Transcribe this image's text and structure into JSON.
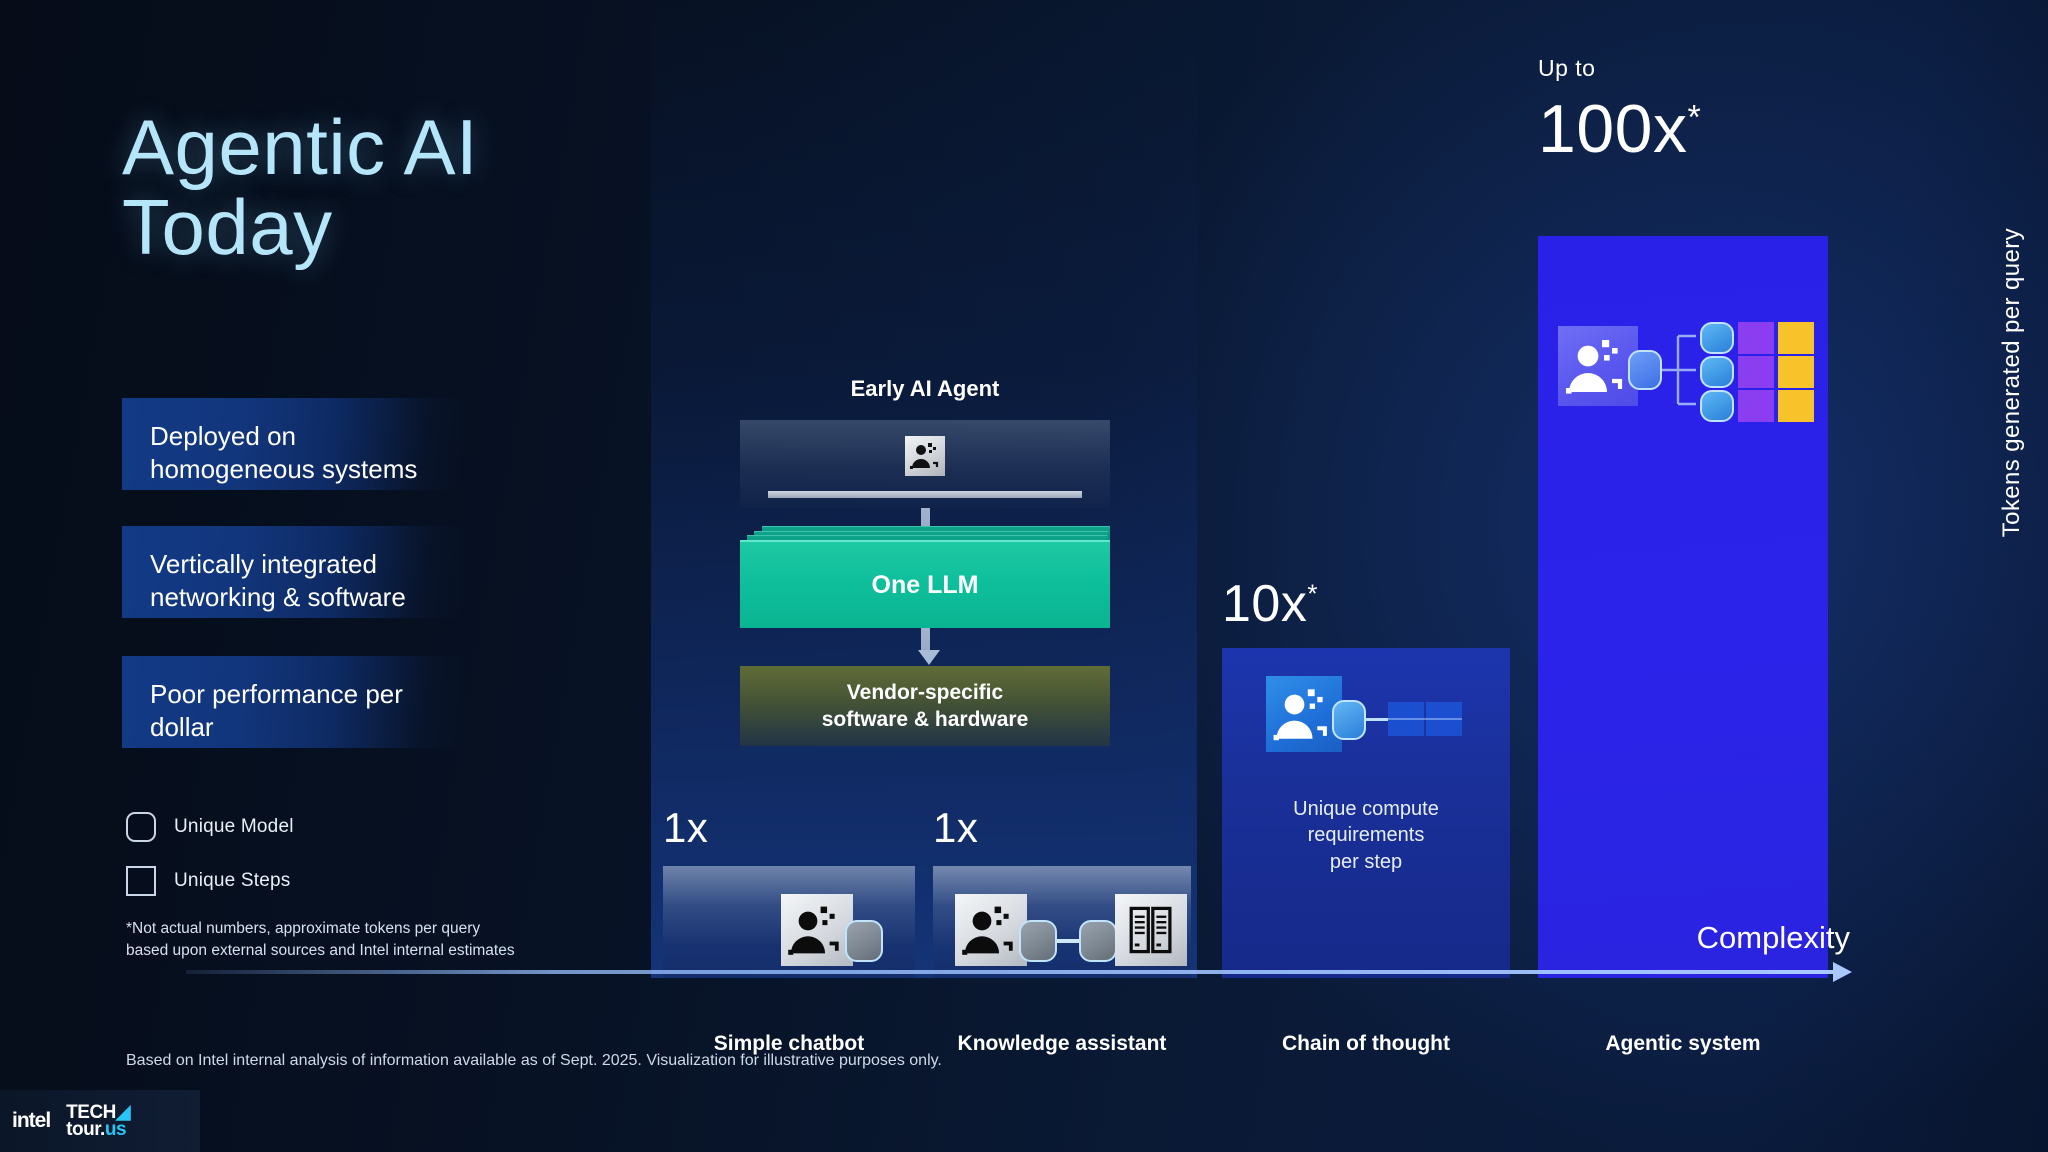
{
  "title": "Agentic AI\nToday",
  "bullets": [
    {
      "text": "Deployed on homogeneous systems"
    },
    {
      "text": "Vertically integrated networking & software"
    },
    {
      "text": "Poor performance per dollar"
    }
  ],
  "legend": {
    "items": [
      {
        "label": "Unique Model",
        "shape": "rounded-square-outline"
      },
      {
        "label": "Unique Steps",
        "shape": "square-outline"
      }
    ]
  },
  "footnote": "*Not actual numbers, approximate tokens per query\nbased upon external sources and Intel internal estimates",
  "diagram": {
    "agent_label": "Early AI Agent",
    "agent_icon": "ai-agent-icon",
    "llm_label": "One LLM",
    "vendor_line1": "Vendor-specific",
    "vendor_line2": "software & hardware",
    "arrow_icon": "down-arrow-icon"
  },
  "axes": {
    "x_label": "Complexity",
    "x_arrow_icon": "right-arrow-icon",
    "y_label": "Tokens generated per query"
  },
  "source": "Based on Intel internal analysis of information available as of Sept. 2025. Visualization for illustrative purposes only.",
  "logos": {
    "intel": "intel",
    "techtour_line1": "TECH",
    "techtour_line2": "tour.",
    "techtour_accent": "us"
  },
  "chart_data": {
    "type": "bar",
    "title": "Agentic AI Today",
    "xlabel": "Complexity",
    "ylabel": "Tokens generated per query",
    "categories": [
      "Simple chatbot",
      "Knowledge assistant",
      "Chain of thought",
      "Agentic system"
    ],
    "value_labels": [
      "1x",
      "1x",
      "10x*",
      "100x*"
    ],
    "values": [
      1,
      1,
      10,
      100
    ],
    "prefix_labels": [
      "",
      "",
      "",
      "Up to"
    ],
    "bar_colors": [
      "#1a3a80",
      "#1a3a80",
      "#1a30a0",
      "#2a21e8"
    ],
    "annotations": [
      {
        "category": "Chain of thought",
        "text": "Unique compute\nrequirements\nper step"
      }
    ],
    "grid": false,
    "legend_position": "left",
    "note": "Not actual numbers, approximate tokens per query based upon external sources and Intel internal estimates"
  }
}
